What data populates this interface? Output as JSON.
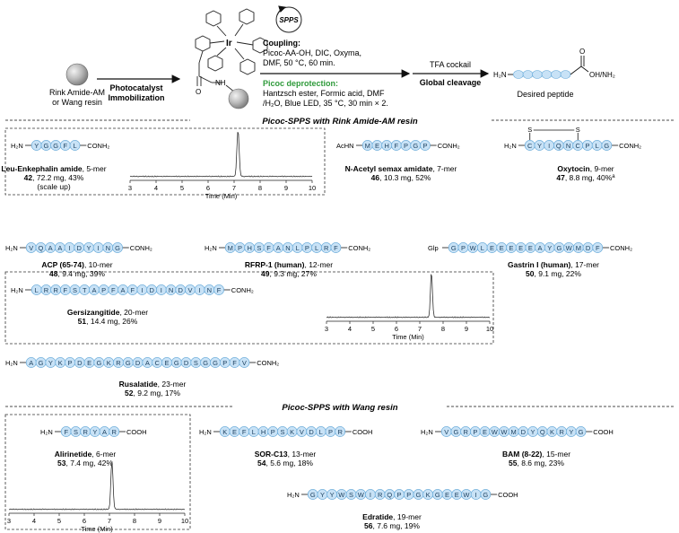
{
  "colors": {
    "bead": "#c8e2f6",
    "bead_stroke": "#5fa5d6",
    "green": "#2e9a3a",
    "trace": "#333333"
  },
  "scheme": {
    "resin_label": [
      "Rink Amide-AM",
      "or Wang resin"
    ],
    "step1": [
      "Photocatalyst",
      "Immobilization"
    ],
    "spps_badge": "SPPS",
    "coupling_title": "Coupling:",
    "coupling_lines": [
      "Picoc-AA-OH, DIC, Oxyma,",
      "DMF, 50 °C, 60 min."
    ],
    "deprotection_title": "Picoc deprotection:",
    "deprotection_lines": [
      "Hantzsch ester, Formic acid, DMF",
      "/H₂O, Blue LED, 35 °C, 30 min × 2."
    ],
    "tfa": "TFA cockail",
    "cleavage": "Global cleavage",
    "product_label": "Desired peptide",
    "h2n": "H₂N",
    "c_term": "OH/NH₂",
    "o": "O",
    "nh": "NH",
    "ir": "Ir"
  },
  "sections": {
    "rink": "Picoc-SPPS with Rink Amide-AM resin",
    "wang": "Picoc-SPPS with Wang resin"
  },
  "hplc_axis": {
    "ticks": [
      "3",
      "4",
      "5",
      "6",
      "7",
      "8",
      "9",
      "10"
    ],
    "xlabel": "Time (Min)"
  },
  "peptides": [
    {
      "id": "leu",
      "n": "H₂N",
      "seq": [
        "Y",
        "G",
        "G",
        "F",
        "L"
      ],
      "c": "CONH₂",
      "name": "Leu-Enkephalin amide",
      "len": ", 5-mer",
      "num": "42",
      "yield": ", 72.2 mg, 43%",
      "extra": "(scale up)"
    },
    {
      "id": "sem",
      "n": "AcHN",
      "seq": [
        "M",
        "E",
        "H",
        "F",
        "P",
        "G",
        "P"
      ],
      "c": "CONH₂",
      "name": "N-Acetyl semax amidate",
      "len": ", 7-mer",
      "num": "46",
      "yield": ", 10.3 mg, 52%"
    },
    {
      "id": "oxy",
      "n": "H₂N",
      "seq": [
        "C",
        "Y",
        "I",
        "Q",
        "N",
        "C",
        "P",
        "L",
        "G"
      ],
      "c": "CONH₂",
      "name": "Oxytocin",
      "len": ", 9-mer",
      "num": "47",
      "yield": ", 8.8 mg, 40%",
      "sup": "a",
      "s": "S"
    },
    {
      "id": "acp",
      "n": "H₂N",
      "seq": [
        "V",
        "Q",
        "A",
        "A",
        "I",
        "D",
        "Y",
        "I",
        "N",
        "G"
      ],
      "c": "CONH₂",
      "name": "ACP (65-74)",
      "len": ", 10-mer",
      "num": "48",
      "yield": ", 9.4 mg, 39%"
    },
    {
      "id": "rfrp",
      "n": "H₂N",
      "seq": [
        "M",
        "P",
        "H",
        "S",
        "F",
        "A",
        "N",
        "L",
        "P",
        "L",
        "R",
        "F"
      ],
      "c": "CONH₂",
      "name": "RFRP-1 (human)",
      "len": ", 12-mer",
      "num": "49",
      "yield": ", 9.3 mg, 27%"
    },
    {
      "id": "gas",
      "n": "Glp",
      "seq": [
        "G",
        "P",
        "W",
        "L",
        "E",
        "E",
        "E",
        "E",
        "E",
        "A",
        "Y",
        "G",
        "W",
        "M",
        "D",
        "F"
      ],
      "c": "CONH₂",
      "name": "Gastrin I (human)",
      "len": ", 17-mer",
      "num": "50",
      "yield": ", 9.1 mg, 22%"
    },
    {
      "id": "ger",
      "n": "H₂N",
      "seq": [
        "L",
        "R",
        "R",
        "F",
        "S",
        "T",
        "A",
        "P",
        "F",
        "A",
        "F",
        "I",
        "D",
        "I",
        "N",
        "D",
        "V",
        "I",
        "N",
        "F"
      ],
      "c": "CONH₂",
      "name": "Gersizangitide",
      "len": ", 20-mer",
      "num": "51",
      "yield": ", 14.4 mg, 26%"
    },
    {
      "id": "rus",
      "n": "H₂N",
      "seq": [
        "A",
        "G",
        "Y",
        "K",
        "P",
        "D",
        "E",
        "G",
        "K",
        "R",
        "G",
        "D",
        "A",
        "C",
        "E",
        "G",
        "D",
        "S",
        "G",
        "G",
        "P",
        "F",
        "V"
      ],
      "c": "CONH₂",
      "name": "Rusalatide",
      "len": ", 23-mer",
      "num": "52",
      "yield": ", 9.2 mg, 17%"
    },
    {
      "id": "ali",
      "n": "H₂N",
      "seq": [
        "F",
        "S",
        "R",
        "Y",
        "A",
        "R"
      ],
      "c": "COOH",
      "name": "Alirinetide",
      "len": ", 6-mer",
      "num": "53",
      "yield": ", 7.4 mg, 42%"
    },
    {
      "id": "sor",
      "n": "H₂N",
      "seq": [
        "K",
        "E",
        "F",
        "L",
        "H",
        "P",
        "S",
        "K",
        "V",
        "D",
        "L",
        "P",
        "R"
      ],
      "c": "COOH",
      "name": "SOR-C13",
      "len": ", 13-mer",
      "num": "54",
      "yield": ", 5.6 mg, 18%"
    },
    {
      "id": "bam",
      "n": "H₂N",
      "seq": [
        "V",
        "G",
        "R",
        "P",
        "E",
        "W",
        "W",
        "M",
        "D",
        "Y",
        "Q",
        "K",
        "R",
        "Y",
        "G"
      ],
      "c": "COOH",
      "name": "BAM (8-22)",
      "len": ", 15-mer",
      "num": "55",
      "yield": ", 8.6 mg, 23%"
    },
    {
      "id": "edr",
      "n": "H₂N",
      "seq": [
        "G",
        "Y",
        "Y",
        "W",
        "S",
        "W",
        "I",
        "R",
        "Q",
        "P",
        "P",
        "G",
        "K",
        "G",
        "E",
        "E",
        "W",
        "I",
        "G"
      ],
      "c": "COOH",
      "name": "Edratide",
      "len": ", 19-mer",
      "num": "56",
      "yield": ", 7.6 mg, 19%"
    }
  ],
  "hplc_peaks": [
    {
      "id": "leu",
      "peak_time": 7.15
    },
    {
      "id": "ger",
      "peak_time": 7.5
    },
    {
      "id": "ali",
      "peak_time": 7.1
    }
  ]
}
